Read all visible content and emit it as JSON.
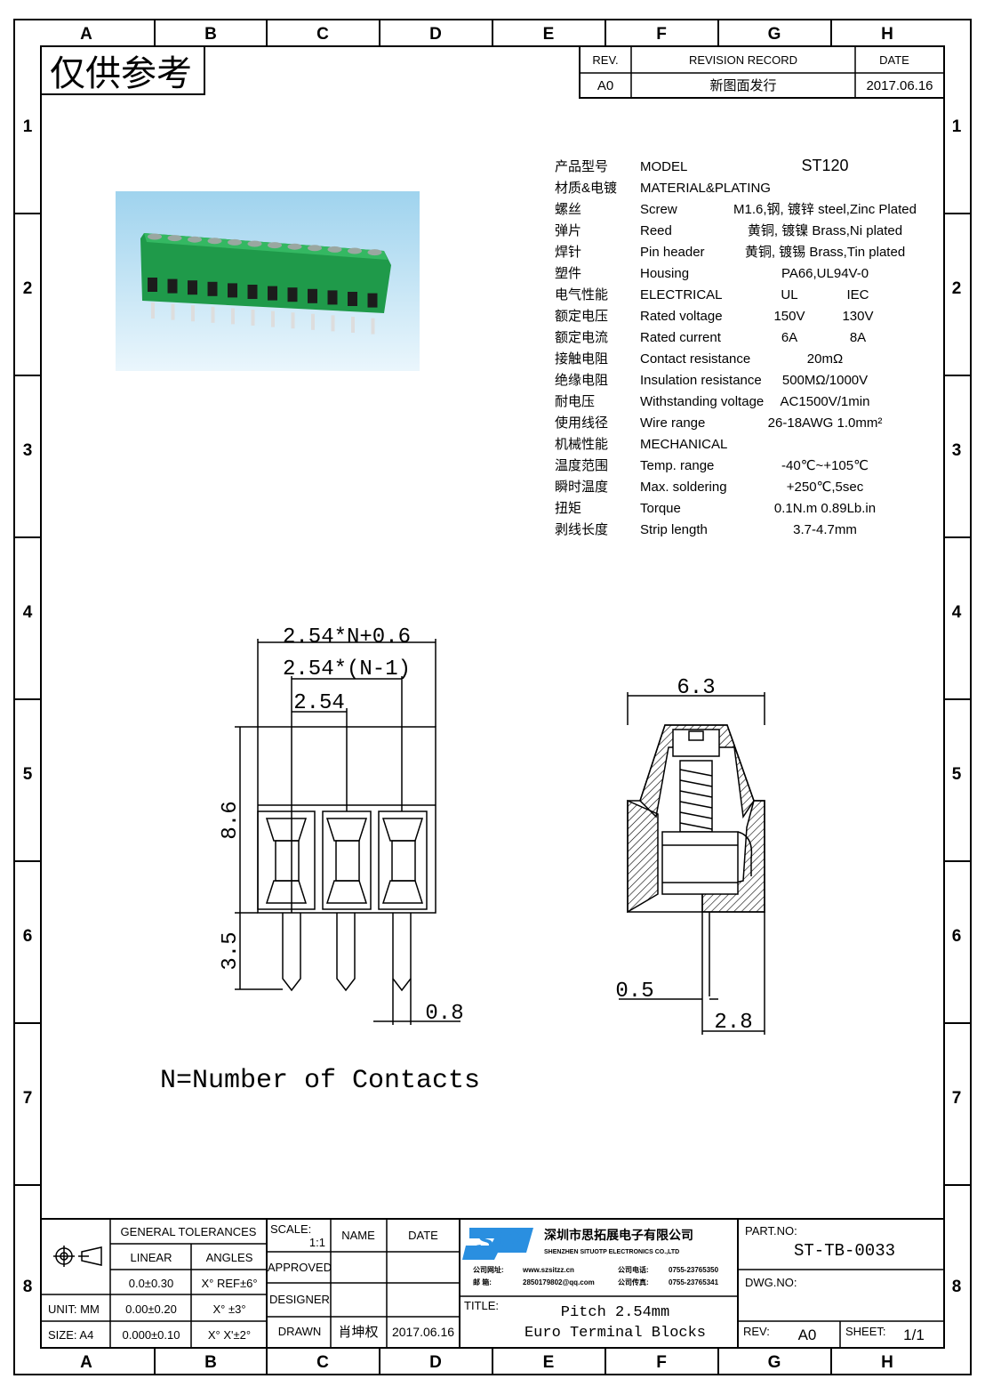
{
  "grid": {
    "columns": [
      "A",
      "B",
      "C",
      "D",
      "E",
      "F",
      "G",
      "H"
    ],
    "rows": [
      "1",
      "2",
      "3",
      "4",
      "5",
      "6",
      "7",
      "8"
    ]
  },
  "stamp": "仅供参考",
  "revision": {
    "headers": {
      "rev": "REV.",
      "record": "REVISION RECORD",
      "date": "DATE"
    },
    "entry": {
      "rev": "A0",
      "record": "新图面发行",
      "date": "2017.06.16"
    }
  },
  "specs": [
    {
      "cn": "产品型号",
      "en": "MODEL",
      "value": "ST120"
    },
    {
      "cn": "材质&电镀",
      "en": "MATERIAL&PLATING",
      "value": ""
    },
    {
      "cn": "螺丝",
      "en": "Screw",
      "value": "M1.6,钢, 镀锌 steel,Zinc Plated"
    },
    {
      "cn": "弹片",
      "en": "Reed",
      "value": "黄铜, 镀镍 Brass,Ni plated"
    },
    {
      "cn": "焊针",
      "en": "Pin header",
      "value": "黄铜, 镀锡 Brass,Tin plated"
    },
    {
      "cn": "塑件",
      "en": "Housing",
      "value": "PA66,UL94V-0"
    },
    {
      "cn": "电气性能",
      "en": "ELECTRICAL",
      "ul": "UL",
      "iec": "IEC"
    },
    {
      "cn": "额定电压",
      "en": "Rated voltage",
      "ul": "150V",
      "iec": "130V"
    },
    {
      "cn": "额定电流",
      "en": "Rated current",
      "ul": "6A",
      "iec": "8A"
    },
    {
      "cn": "接触电阻",
      "en": "Contact resistance",
      "value": "20mΩ"
    },
    {
      "cn": "绝缘电阻",
      "en": "Insulation resistance",
      "value": "500MΩ/1000V"
    },
    {
      "cn": "耐电压",
      "en": "Withstanding voltage",
      "value": "AC1500V/1min"
    },
    {
      "cn": "使用线径",
      "en": "Wire range",
      "value": "26-18AWG 1.0mm²"
    },
    {
      "cn": "机械性能",
      "en": "MECHANICAL",
      "value": ""
    },
    {
      "cn": "温度范围",
      "en": "Temp. range",
      "value": "-40℃~+105℃"
    },
    {
      "cn": "瞬时温度",
      "en": "Max. soldering",
      "value": "+250℃,5sec"
    },
    {
      "cn": "扭矩",
      "en": "Torque",
      "value": "0.1N.m  0.89Lb.in"
    },
    {
      "cn": "剥线长度",
      "en": "Strip length",
      "value": "3.7-4.7mm"
    }
  ],
  "front_view": {
    "dim_overall": "2.54*N+0.6",
    "dim_span": "2.54*(N-1)",
    "dim_pitch": "2.54",
    "dim_height": "8.6",
    "dim_pin": "3.5",
    "dim_pin_width": "0.8",
    "note": "N=Number of Contacts"
  },
  "side_view": {
    "dim_width": "6.3",
    "dim_pin": "0.5",
    "dim_offset": "2.8"
  },
  "colors": {
    "housing": "#1f9a4a",
    "logo": "#2a8fe0"
  },
  "title_block": {
    "general_tolerances": "GENERAL TOLERANCES",
    "linear": "LINEAR",
    "angles": "ANGLES",
    "unit": "UNIT: MM",
    "size": "SIZE: A4",
    "linear_values": [
      "0.0±0.30",
      "0.00±0.20",
      "0.000±0.10"
    ],
    "angle_values": [
      "X° REF±6°",
      "X° ±3°",
      "X° X'±2°"
    ],
    "scale_label": "SCALE:",
    "scale_value": "1:1",
    "name": "NAME",
    "date": "DATE",
    "approved": "APPROVED",
    "designer": "DESIGNER",
    "drawn": "DRAWN",
    "drawn_name": "肖坤权",
    "drawn_date": "2017.06.16",
    "logo_text": "SIP",
    "company_cn": "深圳市思拓展电子有限公司",
    "company_en": "SHENZHEN SITUOTP ELECTRONICS CO.,LTD",
    "website_label": "公司网址:",
    "website": "www.szsitzz.cn",
    "email_label": "邮    箱:",
    "email": "2850179802@qq.com",
    "phone_label": "公司电话:",
    "phone": "0755-23765350",
    "fax_label": "公司传真:",
    "fax": "0755-23765341",
    "title_label": "TITLE:",
    "title_line1": "Pitch 2.54mm",
    "title_line2": "Euro Terminal Blocks",
    "part_no_label": "PART.NO:",
    "part_no": "ST-TB-0033",
    "dwg_no_label": "DWG.NO:",
    "rev_label": "REV:",
    "rev": "A0",
    "sheet_label": "SHEET:",
    "sheet": "1/1"
  }
}
